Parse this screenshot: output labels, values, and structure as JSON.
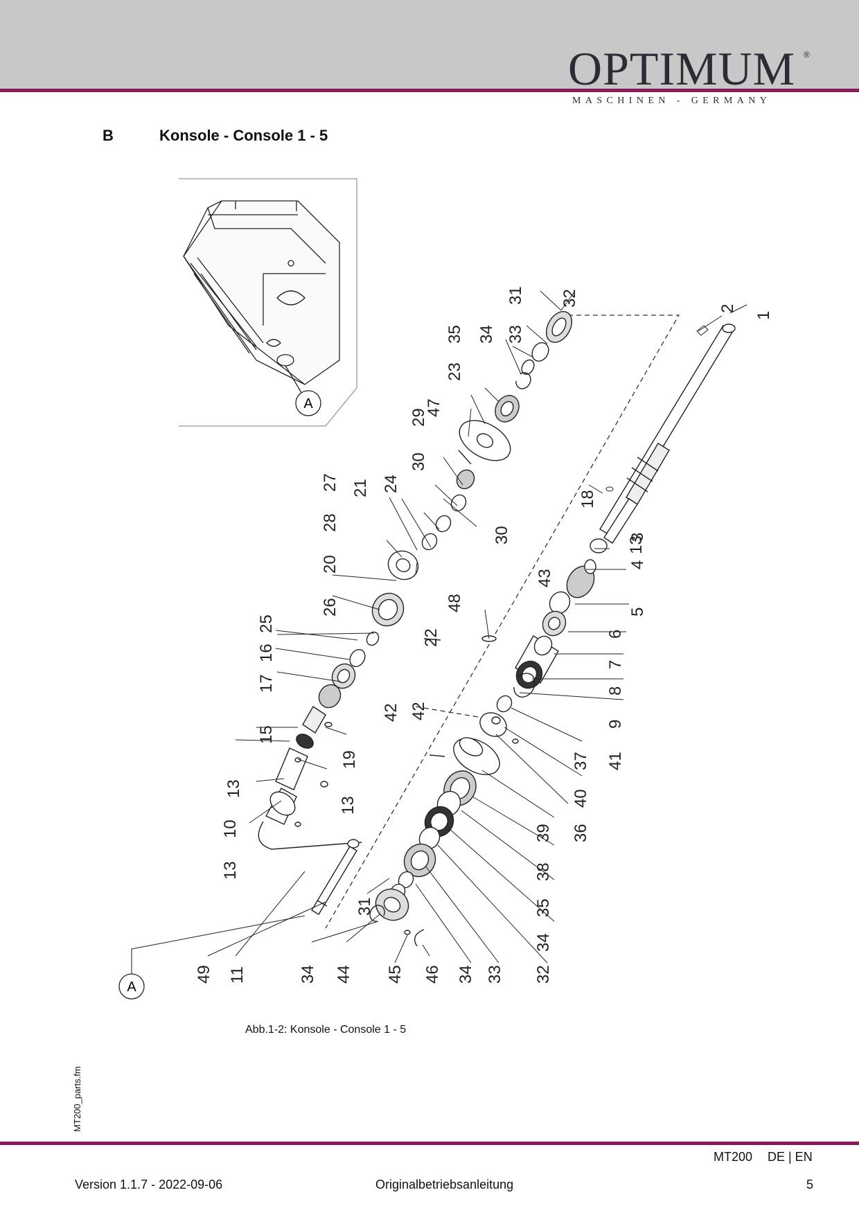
{
  "header": {
    "logo_text": "OPTIMUM",
    "logo_registered": "®",
    "logo_subtitle": "MASCHINEN - GERMANY",
    "accent_color": "#8a1a5a",
    "band_color": "#c8c8c8"
  },
  "section": {
    "letter": "B",
    "title": "Konsole - Console 1 - 5"
  },
  "figure": {
    "detail_marker": "A",
    "callouts": [
      "1",
      "2",
      "3",
      "4",
      "5",
      "6",
      "7",
      "8",
      "9",
      "10",
      "11",
      "13",
      "13",
      "13",
      "13",
      "15",
      "16",
      "17",
      "18",
      "19",
      "20",
      "21",
      "22",
      "23",
      "24",
      "25",
      "26",
      "27",
      "28",
      "29",
      "30",
      "30",
      "31",
      "31",
      "32",
      "32",
      "33",
      "33",
      "34",
      "34",
      "34",
      "34",
      "35",
      "35",
      "36",
      "37",
      "38",
      "39",
      "40",
      "41",
      "42",
      "42",
      "43",
      "44",
      "45",
      "46",
      "47",
      "48",
      "49"
    ],
    "caption": "Abb.1-2:   Konsole - Console 1 - 5"
  },
  "sidebar": {
    "file_name": "MT200_parts.fm"
  },
  "footer": {
    "model": "MT200",
    "languages": "DE | EN",
    "version": "Version 1.1.7 - 2022-09-06",
    "document_type": "Originalbetriebsanleitung",
    "page_number": "5"
  }
}
